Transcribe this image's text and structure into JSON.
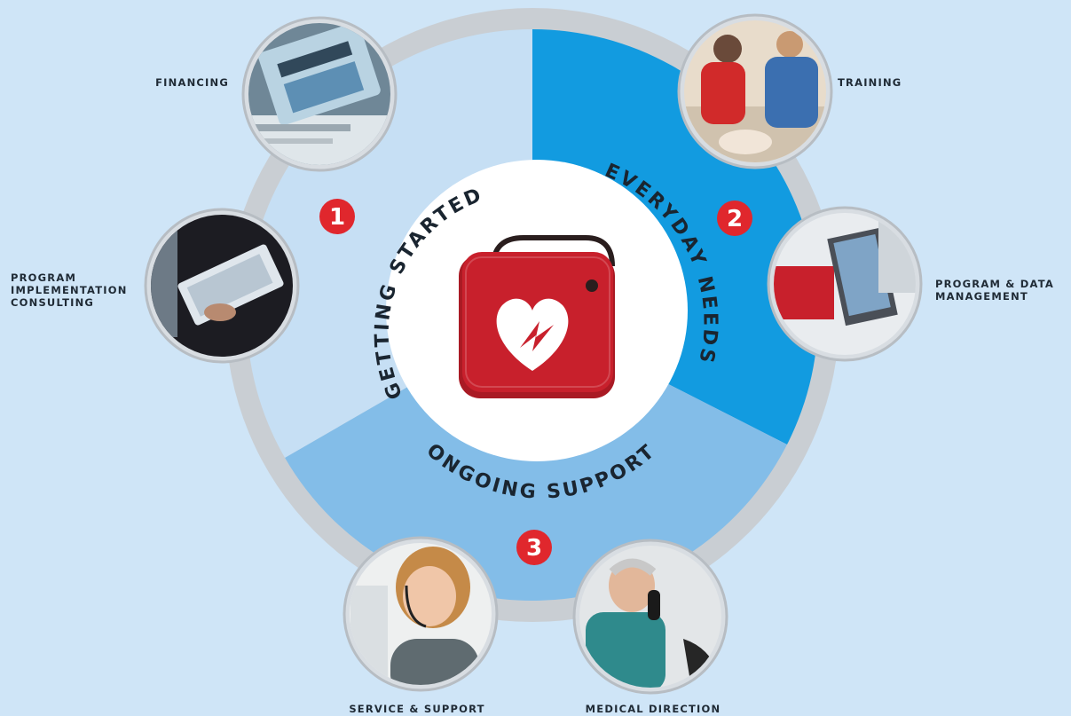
{
  "colors": {
    "background": "#cfe5f7",
    "outer_ring": "#c9ced3",
    "segment_1": "#c6dff4",
    "segment_2": "#129be0",
    "segment_3": "#83bde8",
    "badge": "#e0272d",
    "aed_case": "#c8202c"
  },
  "phases": [
    {
      "number": "1",
      "label": "GETTING STARTED"
    },
    {
      "number": "2",
      "label": "EVERYDAY NEEDS"
    },
    {
      "number": "3",
      "label": "ONGOING SUPPORT"
    }
  ],
  "services": [
    {
      "label_lines": [
        "FINANCING"
      ],
      "icon": "calculator-icon"
    },
    {
      "label_lines": [
        "TRAINING"
      ],
      "icon": "cpr-training-icon"
    },
    {
      "label_lines": [
        "PROGRAM",
        "IMPLEMENTATION",
        "CONSULTING"
      ],
      "icon": "clipboard-icon"
    },
    {
      "label_lines": [
        "PROGRAM & DATA",
        "MANAGEMENT"
      ],
      "icon": "laptop-icon"
    },
    {
      "label_lines": [
        "SERVICE & SUPPORT"
      ],
      "icon": "headset-icon"
    },
    {
      "label_lines": [
        "MEDICAL DIRECTION"
      ],
      "icon": "telephone-icon"
    }
  ],
  "center": {
    "icon": "aed-heart-icon"
  }
}
